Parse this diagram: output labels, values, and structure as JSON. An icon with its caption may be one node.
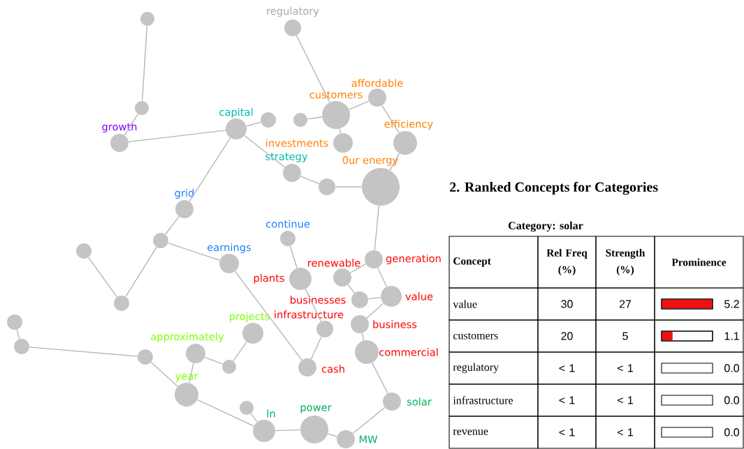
{
  "diagram": {
    "title": "2.  Ranked Concepts for Categories",
    "nodes": [
      {
        "text": [],
        "shape": "circle"
      },
      {
        "text": [
          "regulatory"
        ]
      },
      {
        "text": [
          "affordable"
        ]
      },
      {
        "text": [
          "customers"
        ]
      },
      {
        "text": [
          "capital"
        ]
      },
      {
        "text": [],
        "shape": "circle"
      },
      {
        "text": [],
        "shape": "circle"
      },
      {
        "text": [],
        "shape": "circle"
      },
      {
        "text": [
          "growth"
        ]
      },
      {
        "text": [
          "investments"
        ]
      },
      {
        "text": [
          "efficiency"
        ]
      },
      {
        "text": [
          "strategy"
        ]
      },
      {
        "text": [],
        "shape": "circle"
      },
      {
        "text": [
          "0ur energy"
        ]
      },
      {
        "text": [
          "grid"
        ]
      },
      {
        "text": [],
        "shape": "circle"
      },
      {
        "text": [
          "continue"
        ]
      },
      {
        "text": [],
        "shape": "circle"
      },
      {
        "text": [
          "earnings"
        ]
      },
      {
        "text": [
          "generation"
        ]
      },
      {
        "text": [
          "plants"
        ]
      },
      {
        "text": [
          "renewable"
        ]
      },
      {
        "text": [],
        "shape": "circle"
      },
      {
        "text": [
          "businesses"
        ]
      },
      {
        "text": [
          "value"
        ]
      },
      {
        "text": [
          "business"
        ]
      },
      {
        "text": [
          "infrastructure"
        ]
      },
      {
        "text": [],
        "shape": "circle"
      },
      {
        "text": [
          "projects"
        ]
      },
      {
        "text": [
          "commercial"
        ]
      },
      {
        "text": [],
        "shape": "circle"
      },
      {
        "text": [
          "approximately"
        ]
      },
      {
        "text": [],
        "shape": "circle"
      },
      {
        "text": [],
        "shape": "circle"
      },
      {
        "text": [
          "cash"
        ]
      },
      {
        "text": [
          "year"
        ]
      },
      {
        "text": [
          "solar"
        ]
      },
      {
        "text": [],
        "shape": "circle"
      },
      {
        "text": [
          "ln"
        ]
      },
      {
        "text": [
          "power"
        ]
      },
      {
        "text": [
          "MW"
        ]
      }
    ],
    "edges": [
      {
        "from": 0,
        "to": 5,
        "arrow": "none"
      },
      {
        "from": 5,
        "to": 8,
        "arrow": "none"
      },
      {
        "from": 8,
        "to": 4,
        "arrow": "none"
      },
      {
        "from": 4,
        "to": 6,
        "arrow": "none"
      },
      {
        "from": 4,
        "to": 11,
        "arrow": "none"
      },
      {
        "from": 11,
        "to": 12,
        "arrow": "none"
      },
      {
        "from": 12,
        "to": 13,
        "arrow": "none"
      },
      {
        "from": 4,
        "to": 14,
        "arrow": "none"
      },
      {
        "from": 1,
        "to": 3,
        "arrow": "none"
      },
      {
        "from": 7,
        "to": 3,
        "arrow": "none"
      },
      {
        "from": 3,
        "to": 2,
        "arrow": "none"
      },
      {
        "from": 3,
        "to": 9,
        "arrow": "none"
      },
      {
        "from": 2,
        "to": 10,
        "arrow": "none"
      },
      {
        "from": 10,
        "to": 13,
        "arrow": "none"
      },
      {
        "from": 13,
        "to": 19,
        "arrow": "none"
      },
      {
        "from": 14,
        "to": 15,
        "arrow": "none"
      },
      {
        "from": 15,
        "to": 22,
        "arrow": "none"
      },
      {
        "from": 17,
        "to": 22,
        "arrow": "none"
      },
      {
        "from": 15,
        "to": 18,
        "arrow": "none"
      },
      {
        "from": 18,
        "to": 34,
        "arrow": "none"
      },
      {
        "from": 16,
        "to": 20,
        "arrow": "none"
      },
      {
        "from": 20,
        "to": 26,
        "arrow": "none"
      },
      {
        "from": 26,
        "to": 34,
        "arrow": "none"
      },
      {
        "from": 19,
        "to": 21,
        "arrow": "none"
      },
      {
        "from": 21,
        "to": 23,
        "arrow": "none"
      },
      {
        "from": 19,
        "to": 24,
        "arrow": "none"
      },
      {
        "from": 23,
        "to": 24,
        "arrow": "none"
      },
      {
        "from": 24,
        "to": 25,
        "arrow": "none"
      },
      {
        "from": 25,
        "to": 29,
        "arrow": "none"
      },
      {
        "from": 29,
        "to": 36,
        "arrow": "none"
      },
      {
        "from": 36,
        "to": 40,
        "arrow": "none"
      },
      {
        "from": 39,
        "to": 40,
        "arrow": "none"
      },
      {
        "from": 38,
        "to": 39,
        "arrow": "none"
      },
      {
        "from": 37,
        "to": 38,
        "arrow": "none"
      },
      {
        "from": 35,
        "to": 38,
        "arrow": "none"
      },
      {
        "from": 33,
        "to": 35,
        "arrow": "none"
      },
      {
        "from": 30,
        "to": 33,
        "arrow": "none"
      },
      {
        "from": 27,
        "to": 30,
        "arrow": "none"
      },
      {
        "from": 31,
        "to": 35,
        "arrow": "none"
      },
      {
        "from": 31,
        "to": 32,
        "arrow": "none"
      },
      {
        "from": 32,
        "to": 28,
        "arrow": "none"
      }
    ],
    "labels": [
      "Category: solar",
      "Concept",
      "Rel Freq (%)",
      "Strength (%)",
      "Prominence",
      "value",
      "30",
      "27",
      "5.2",
      "customers",
      "20",
      "5",
      "1.1",
      "regulatory",
      "< 1",
      "< 1",
      "0.0",
      "infrastructure",
      "< 1",
      "< 1",
      "0.0",
      "revenue",
      "< 1",
      "< 1",
      "0.0"
    ]
  }
}
